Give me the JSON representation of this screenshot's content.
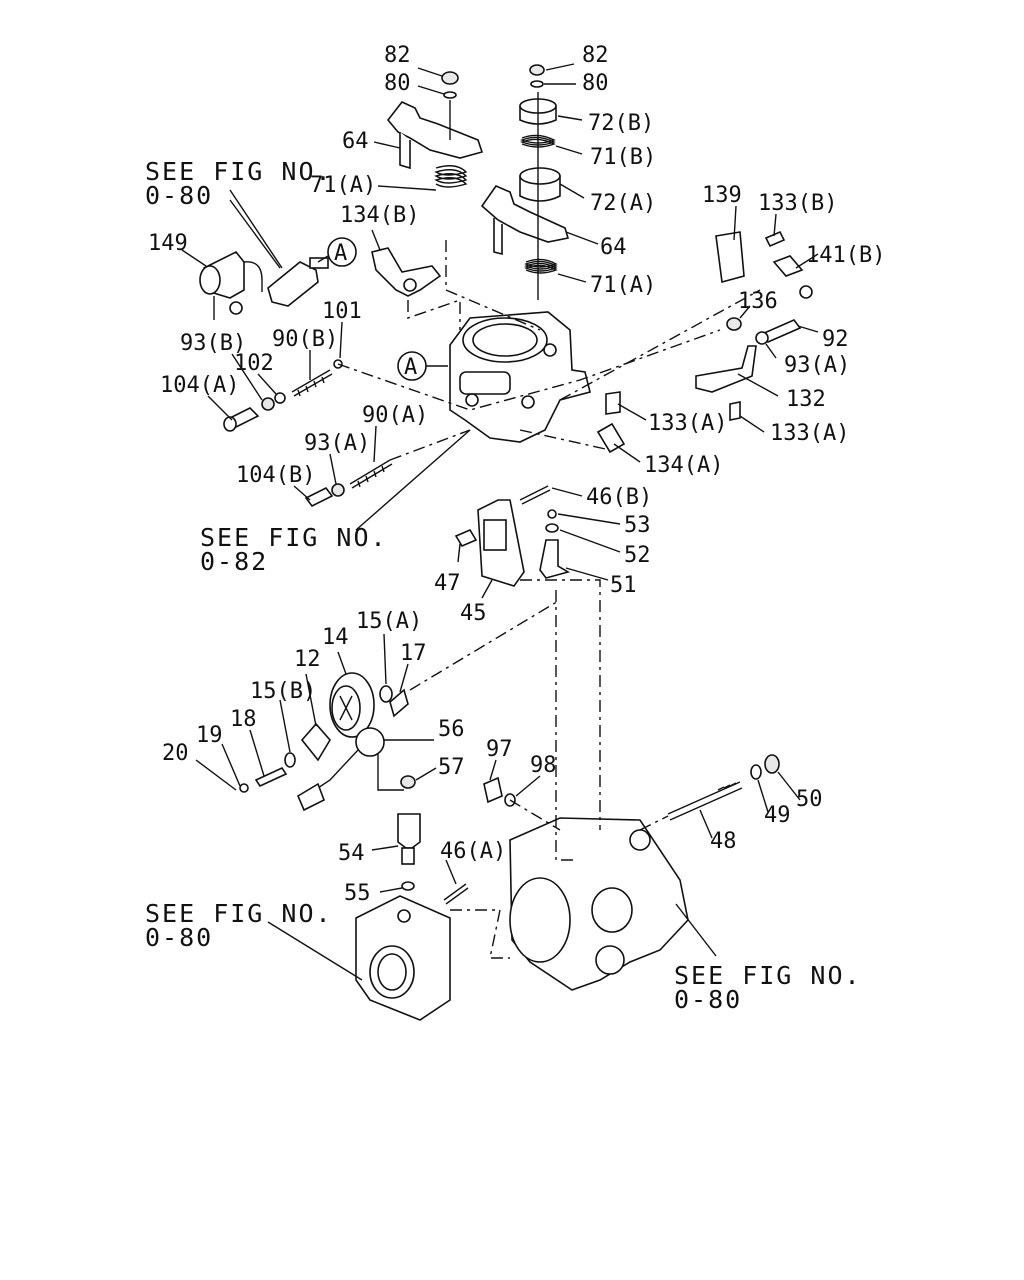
{
  "figure_refs": [
    {
      "id": "ref-top-left",
      "line1": "SEE FIG NO.",
      "line2": "0-80"
    },
    {
      "id": "ref-mid-left",
      "line1": "SEE FIG NO.",
      "line2": "0-82"
    },
    {
      "id": "ref-bottom-left",
      "line1": "SEE FIG NO.",
      "line2": "0-80"
    },
    {
      "id": "ref-bottom-right",
      "line1": "SEE FIG NO.",
      "line2": "0-80"
    }
  ],
  "markers": [
    "A",
    "A"
  ],
  "labels": {
    "82a": "82",
    "80a": "80",
    "64a": "64",
    "71A_a": "71(A)",
    "82b": "82",
    "80b": "80",
    "72B": "72(B)",
    "71B": "71(B)",
    "72A": "72(A)",
    "64b": "64",
    "71A_b": "71(A)",
    "134B": "134(B)",
    "149": "149",
    "93B": "93(B)",
    "90B": "90(B)",
    "101": "101",
    "102": "102",
    "104A": "104(A)",
    "90A": "90(A)",
    "93A_a": "93(A)",
    "104B": "104(B)",
    "139": "139",
    "133B": "133(B)",
    "141B": "141(B)",
    "136": "136",
    "92": "92",
    "93A_b": "93(A)",
    "132": "132",
    "133A_a": "133(A)",
    "133A_b": "133(A)",
    "134A": "134(A)",
    "46B": "46(B)",
    "53": "53",
    "52": "52",
    "51": "51",
    "47": "47",
    "45": "45",
    "15A": "15(A)",
    "14": "14",
    "17": "17",
    "12": "12",
    "15B": "15(B)",
    "18": "18",
    "19": "19",
    "20": "20",
    "56": "56",
    "57": "57",
    "97": "97",
    "98": "98",
    "54": "54",
    "46A": "46(A)",
    "55": "55",
    "48": "48",
    "49": "49",
    "50": "50"
  }
}
